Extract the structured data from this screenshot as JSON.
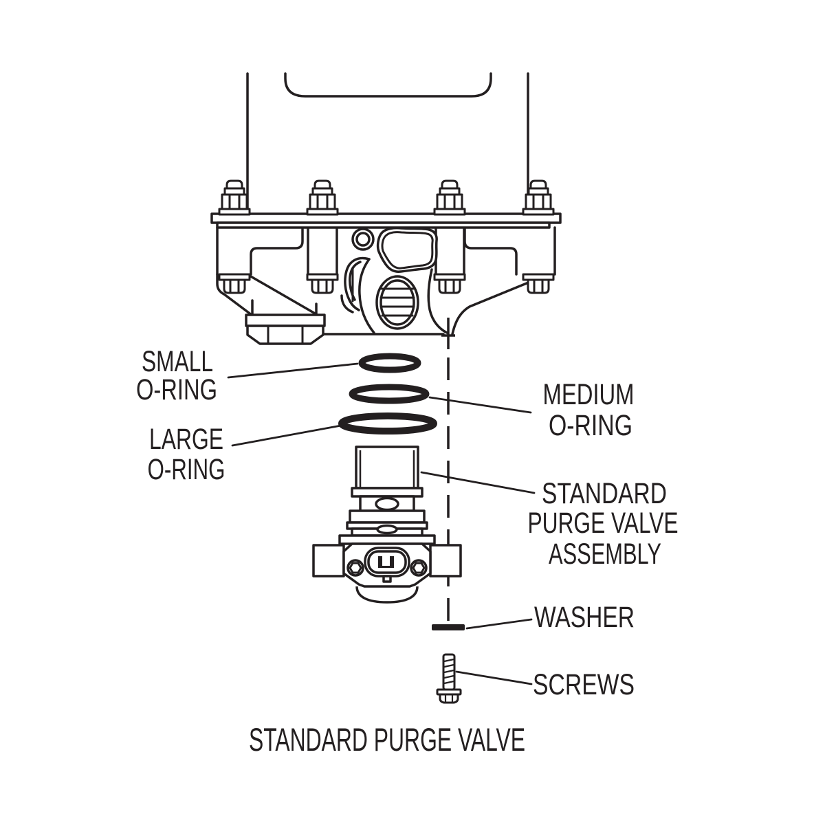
{
  "title": {
    "text": "STANDARD PURGE VALVE"
  },
  "labels": {
    "small_oring": {
      "line1": "SMALL",
      "line2": "O-RING"
    },
    "medium_oring": {
      "line1": "MEDIUM",
      "line2": "O-RING"
    },
    "large_oring": {
      "line1": "LARGE",
      "line2": "O-RING"
    },
    "valve_assembly": {
      "line1": "STANDARD",
      "line2": "PURGE VALVE",
      "line3": "ASSEMBLY"
    },
    "washer": {
      "text": "WASHER"
    },
    "screws": {
      "text": "SCREWS"
    }
  },
  "colors": {
    "line": "#231f20",
    "background": "#ffffff"
  }
}
